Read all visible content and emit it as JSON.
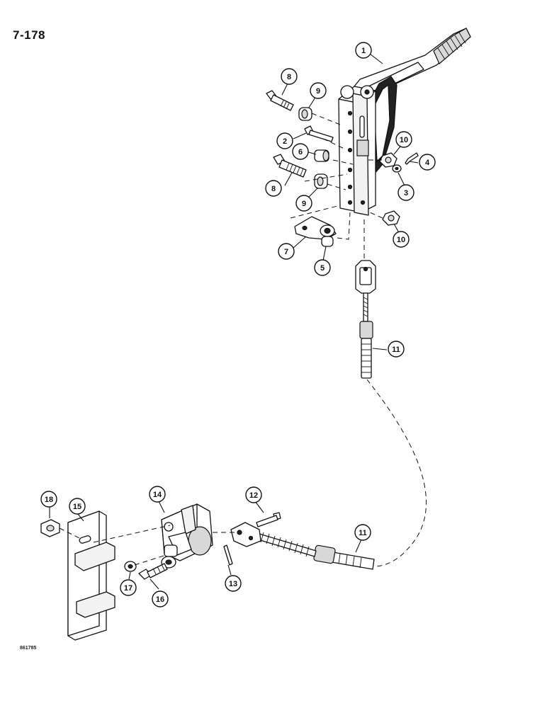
{
  "page": {
    "page_number": "7-178",
    "figure_code": "861785"
  },
  "callouts": [
    {
      "id": "c1",
      "label": "1"
    },
    {
      "id": "c2",
      "label": "2"
    },
    {
      "id": "c3",
      "label": "3"
    },
    {
      "id": "c4",
      "label": "4"
    },
    {
      "id": "c5",
      "label": "5"
    },
    {
      "id": "c6",
      "label": "6"
    },
    {
      "id": "c7",
      "label": "7"
    },
    {
      "id": "c8a",
      "label": "8"
    },
    {
      "id": "c8b",
      "label": "8"
    },
    {
      "id": "c9a",
      "label": "9"
    },
    {
      "id": "c9b",
      "label": "9"
    },
    {
      "id": "c10a",
      "label": "10"
    },
    {
      "id": "c10b",
      "label": "10"
    },
    {
      "id": "c11a",
      "label": "11"
    },
    {
      "id": "c11b",
      "label": "11"
    },
    {
      "id": "c12",
      "label": "12"
    },
    {
      "id": "c13",
      "label": "13"
    },
    {
      "id": "c14",
      "label": "14"
    },
    {
      "id": "c15",
      "label": "15"
    },
    {
      "id": "c16",
      "label": "16"
    },
    {
      "id": "c17",
      "label": "17"
    },
    {
      "id": "c18",
      "label": "18"
    }
  ]
}
